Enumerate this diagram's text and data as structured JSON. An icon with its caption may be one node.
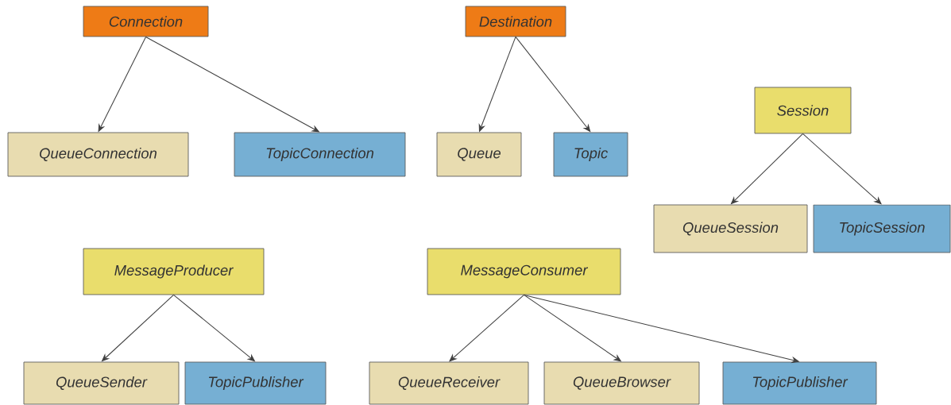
{
  "diagram": {
    "nodes": [
      {
        "text": [
          "Connection"
        ]
      },
      {
        "text": [
          "Destination"
        ]
      },
      {
        "text": [
          "QueueConnection"
        ]
      },
      {
        "text": [
          "TopicConnection"
        ]
      },
      {
        "text": [
          "Queue"
        ]
      },
      {
        "text": [
          "Topic"
        ]
      },
      {
        "text": [
          "Session"
        ]
      },
      {
        "text": [
          "QueueSession"
        ]
      },
      {
        "text": [
          "TopicSession"
        ]
      },
      {
        "text": [
          "MessageProducer"
        ]
      },
      {
        "text": [
          "MessageConsumer"
        ]
      },
      {
        "text": [
          "QueueSender"
        ]
      },
      {
        "text": [
          "TopicPublisher"
        ]
      },
      {
        "text": [
          "QueueReceiver"
        ]
      },
      {
        "text": [
          "QueueBrowser"
        ]
      },
      {
        "text": [
          "TopicPublisher"
        ]
      }
    ],
    "edges": [
      {
        "from": 0,
        "to": 2,
        "arrow": "to"
      },
      {
        "from": 0,
        "to": 3,
        "arrow": "to"
      },
      {
        "from": 1,
        "to": 4,
        "arrow": "to"
      },
      {
        "from": 1,
        "to": 5,
        "arrow": "to"
      },
      {
        "from": 6,
        "to": 7,
        "arrow": "to"
      },
      {
        "from": 6,
        "to": 8,
        "arrow": "to"
      },
      {
        "from": 9,
        "to": 11,
        "arrow": "to"
      },
      {
        "from": 9,
        "to": 12,
        "arrow": "to"
      },
      {
        "from": 10,
        "to": 13,
        "arrow": "to"
      },
      {
        "from": 10,
        "to": 14,
        "arrow": "to"
      },
      {
        "from": 10,
        "to": 15,
        "arrow": "to"
      }
    ]
  }
}
